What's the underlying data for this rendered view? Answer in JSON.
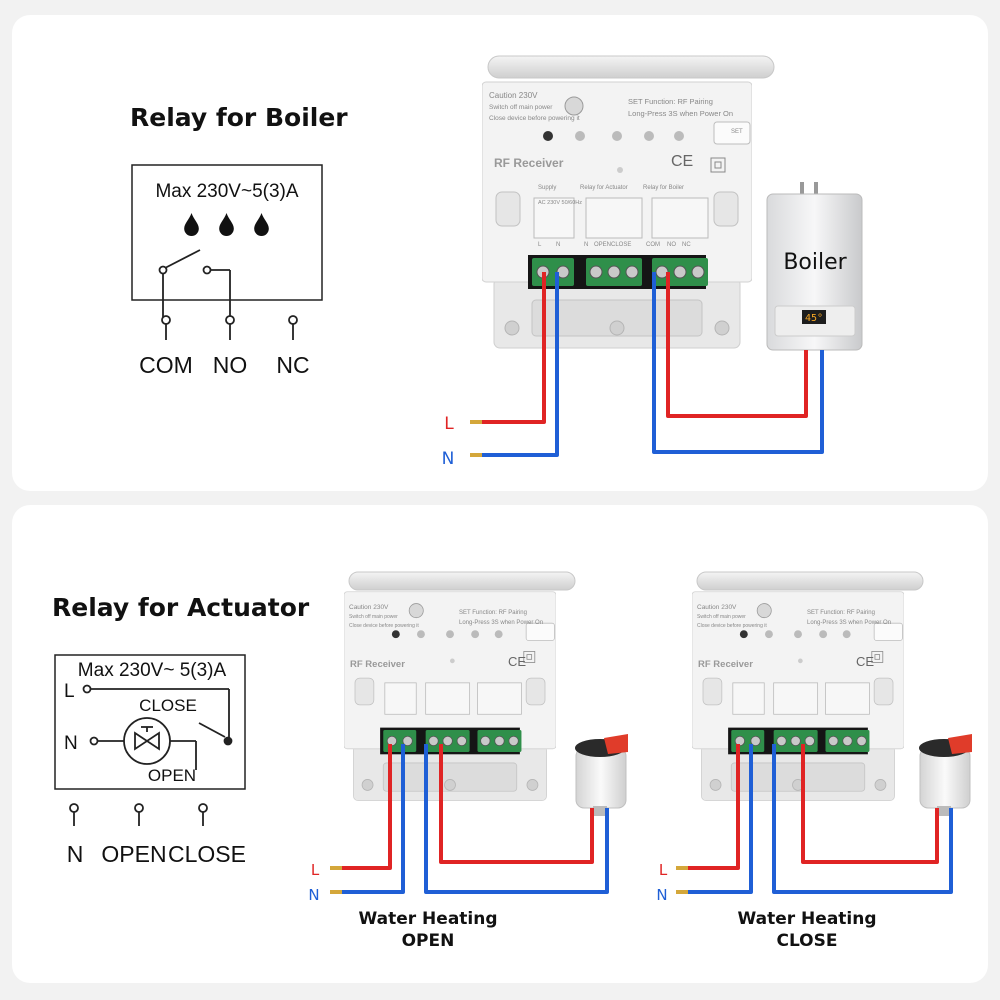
{
  "boiler_section": {
    "title": "Relay for Boiler",
    "rating": "Max 230V~5(3)A",
    "terminals": [
      "COM",
      "NO",
      "NC"
    ],
    "boiler_label": "Boiler",
    "boiler_display": "45°",
    "wire_l": "L",
    "wire_n": "N"
  },
  "actuator_section": {
    "title": "Relay for Actuator",
    "rating": "Max 230V~ 5(3)A",
    "line_label": "L",
    "neutral_label": "N",
    "close_label": "CLOSE",
    "open_label": "OPEN",
    "terminals": [
      "N",
      "OPEN",
      "CLOSE"
    ],
    "wire_l": "L",
    "wire_n": "N",
    "caption_open": [
      "Water Heating",
      "OPEN"
    ],
    "caption_close": [
      "Water Heating",
      "CLOSE"
    ]
  },
  "receiver": {
    "caution": "Caution 230V",
    "warn1": "Switch off main power",
    "warn2": "Close device before powering it",
    "set_fn": "SET Function: RF Pairing",
    "set_hint": "Long-Press 3S when Power On",
    "set_btn": "SET",
    "brand": "RF Receiver",
    "supply": "Supply",
    "supply_rating": "AC 230V 50/60Hz",
    "relay_act": "Relay for Actuator",
    "relay_boiler": "Relay for Boiler",
    "terms_supply": [
      "L",
      "N"
    ],
    "terms_act": [
      "N",
      "OPEN",
      "CLOSE"
    ],
    "terms_boiler": [
      "COM",
      "NO",
      "NC"
    ],
    "ce": "CE"
  },
  "colors": {
    "red": "#e02424",
    "blue": "#1f5fd6",
    "terminal_green": "#2f8f4a"
  }
}
